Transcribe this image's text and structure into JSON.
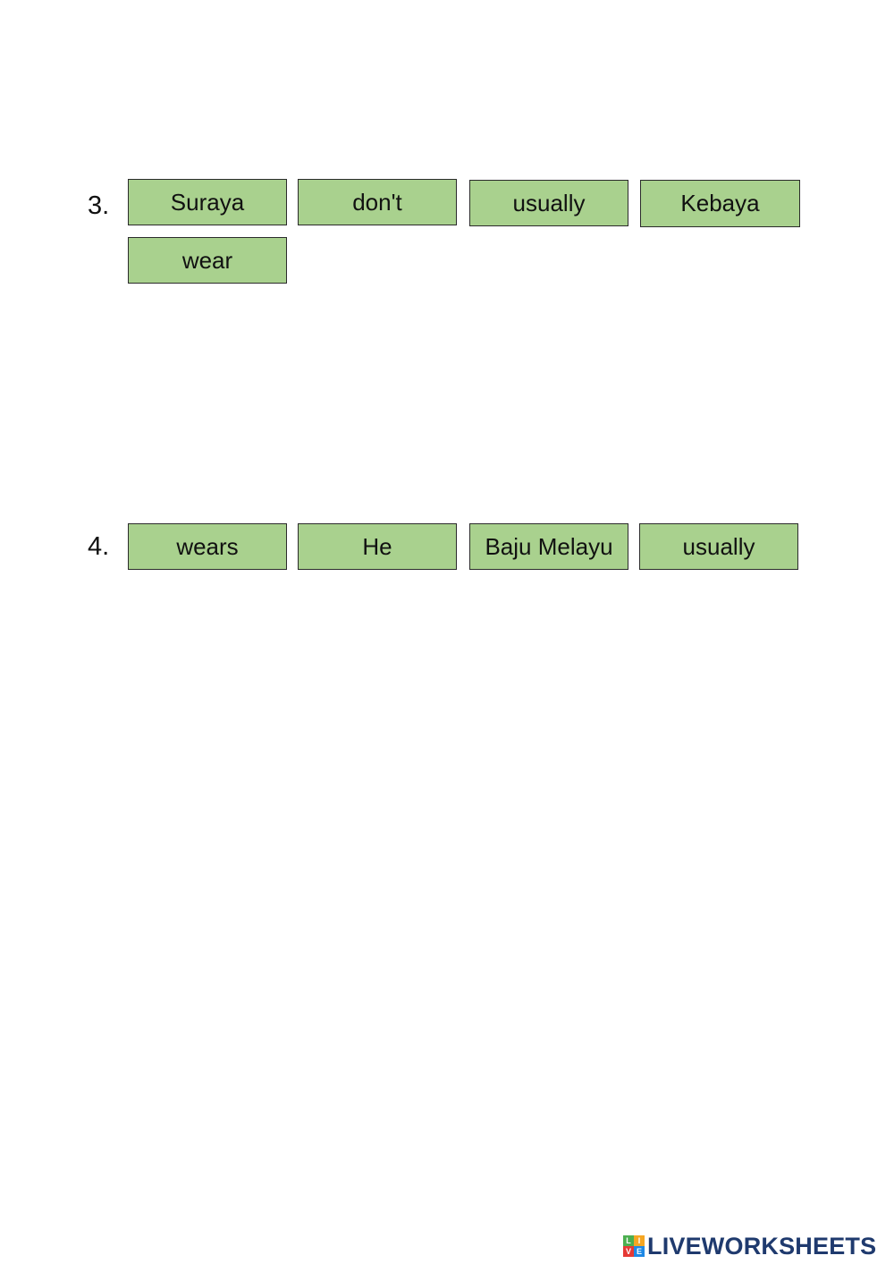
{
  "colors": {
    "tile_fill": "#a9d18e",
    "logo_text": "#1f3a6e"
  },
  "questions": [
    {
      "number": "3.",
      "words": [
        "Suraya",
        "don't",
        "usually",
        "Kebaya",
        "wear"
      ]
    },
    {
      "number": "4.",
      "words": [
        "wears",
        "He",
        "Baju Melayu",
        "usually"
      ]
    }
  ],
  "logo": {
    "text": "LIVEWORKSHEETS",
    "mark_letters": [
      "L",
      "I",
      "V",
      "E"
    ],
    "mark_colors": [
      "#4caf50",
      "#f5a623",
      "#e53935",
      "#1e88e5"
    ]
  }
}
